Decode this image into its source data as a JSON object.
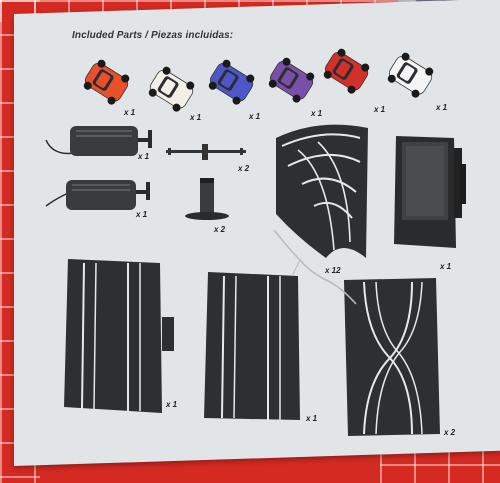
{
  "header": {
    "title": "Included Parts / Piezas incluidas:"
  },
  "cars": [
    {
      "name": "orange",
      "color": "#e8502c",
      "qty": "x 1"
    },
    {
      "name": "white",
      "color": "#f2f0e6",
      "qty": "x 1"
    },
    {
      "name": "blue",
      "color": "#4f57c8",
      "qty": "x 1"
    },
    {
      "name": "purple",
      "color": "#7a4fa8",
      "qty": "x 1"
    },
    {
      "name": "red-truck",
      "color": "#d2302a",
      "qty": "x 1"
    },
    {
      "name": "police",
      "color": "#f5f5f5",
      "qty": "x 1"
    }
  ],
  "parts": {
    "controller_1_qty": "x 1",
    "controller_2_qty": "x 1",
    "guard_rail_qty": "x 2",
    "post_qty": "x 2",
    "curve_qty": "x 12",
    "power_base_qty": "x 1",
    "straight_1_qty": "x 1",
    "straight_2_qty": "x 1",
    "crossover_qty": "x 2"
  },
  "colors": {
    "box_red": "#d42a22",
    "card": "#e2e5e7",
    "track": "#2d2f31",
    "lane_line": "#e8e8e8"
  }
}
